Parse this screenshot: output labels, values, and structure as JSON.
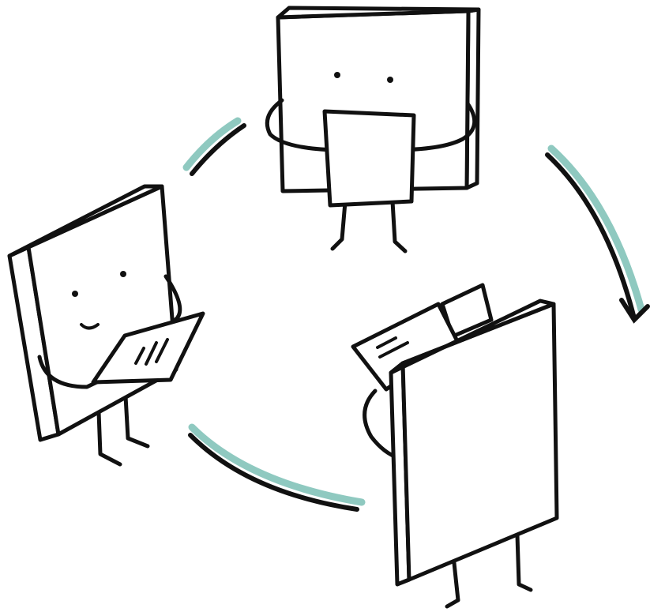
{
  "scene": {
    "description_free": true,
    "colors": {
      "ink": "#111111",
      "accent": "#8fc9c0",
      "background": "#ffffff"
    },
    "characters": [
      {
        "name": "book-character-top",
        "holding": "paper-sheet"
      },
      {
        "name": "book-character-left",
        "holding": "paper-sheet-writing"
      },
      {
        "name": "book-character-bottom-right",
        "holding": "paper-stack"
      }
    ],
    "arrows": [
      {
        "name": "cycle-arrow-top-left"
      },
      {
        "name": "cycle-arrow-right",
        "has_arrowhead": true
      },
      {
        "name": "cycle-arrow-bottom-left"
      }
    ]
  }
}
